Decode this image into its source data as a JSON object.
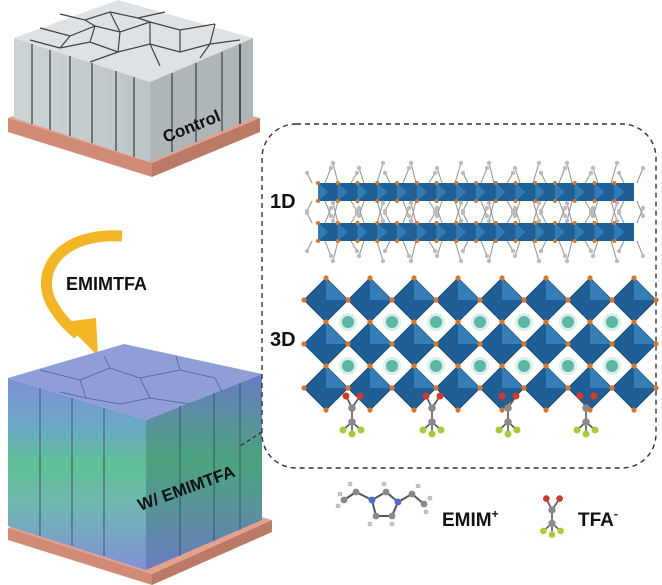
{
  "labels": {
    "control": "Control",
    "arrow": "EMIMTFA",
    "treated": "W/ EMIMTFA",
    "one_d": "1D",
    "three_d": "3D",
    "emim": "EMIM",
    "emim_charge": "+",
    "tfa": "TFA",
    "tfa_charge": "-"
  },
  "colors": {
    "substrate": "#e3a18e",
    "substrate_side": "#c98670",
    "control_top": "#d4dadd",
    "control_front": "#c6cdd0",
    "treated_top": "#8f9ed6",
    "treated_green": "#5fbf92",
    "treated_blue": "#7f8fd8",
    "arrow": "#f2b526",
    "octahedron": "#1f5f95",
    "octahedron_light": "#3d8ac4",
    "cation": "#5ab8a4",
    "node": "#d9742a",
    "fluorine": "#a6cc3a",
    "oxygen": "#cc3b2b",
    "carbon": "#8a8a8a"
  },
  "icons": {
    "arrow": "curved-arrow-icon",
    "emim": "emim-molecule-icon",
    "tfa": "tfa-molecule-icon"
  }
}
